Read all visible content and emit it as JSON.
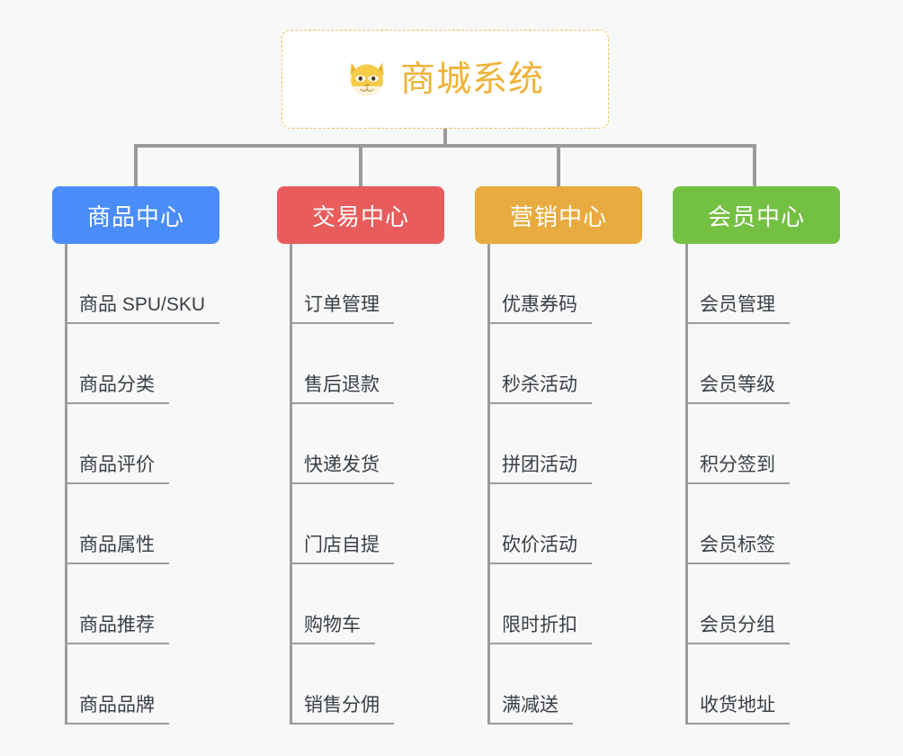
{
  "root": {
    "title": "商城系统",
    "icon": "shiba-dog-face-icon",
    "border_color": "#f0c060",
    "text_color": "#efb338",
    "background": "#ffffff"
  },
  "canvas": {
    "background": "#f7f8f8",
    "connector_color": "#9b9b9b"
  },
  "branches": [
    {
      "label": "商品中心",
      "color": "#4b8df8",
      "items": [
        "商品 SPU/SKU",
        "商品分类",
        "商品评价",
        "商品属性",
        "商品推荐",
        "商品品牌"
      ]
    },
    {
      "label": "交易中心",
      "color": "#e95c5c",
      "items": [
        "订单管理",
        "售后退款",
        "快递发货",
        "门店自提",
        "购物车",
        "销售分佣"
      ]
    },
    {
      "label": "营销中心",
      "color": "#e9ab3f",
      "items": [
        "优惠券码",
        "秒杀活动",
        "拼团活动",
        "砍价活动",
        "限时折扣",
        "满减送"
      ]
    },
    {
      "label": "会员中心",
      "color": "#74c043",
      "items": [
        "会员管理",
        "会员等级",
        "积分签到",
        "会员标签",
        "会员分组",
        "收货地址"
      ]
    }
  ]
}
